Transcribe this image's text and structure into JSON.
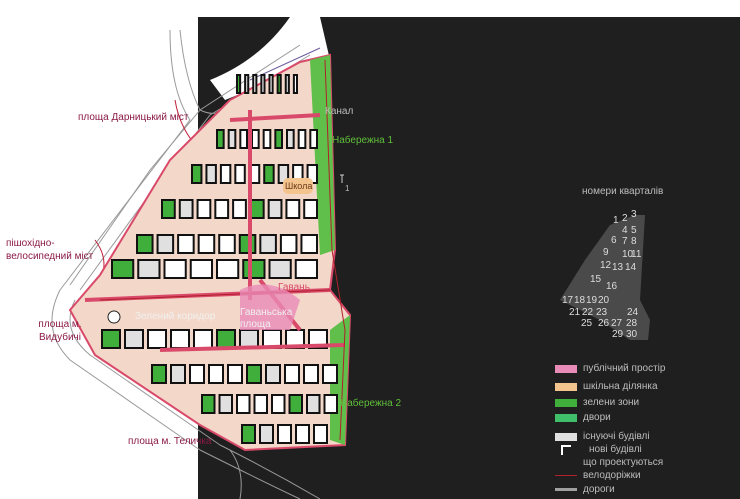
{
  "labels": {
    "darnytskyi_square": "площа Дарницький міст",
    "pedestrian_bridge": "пішохідно-велосипедний міст",
    "vydubychi_square": "площа м. Видубичі",
    "telychka_square": "площа м. Теличка",
    "canal": "Канал",
    "embankment_1": "Набережна 1",
    "embankment_2": "Набережна 2",
    "school": "Школа",
    "harbour": "Гавань",
    "harbour_square": "Гаваньська площа",
    "green_corridor": "Зелений коридор",
    "north_mark": "1"
  },
  "block_map": {
    "title": "номери кварталів",
    "numbers": [
      "1",
      "2",
      "3",
      "4",
      "5",
      "6",
      "7",
      "8",
      "9",
      "10",
      "11",
      "12",
      "13",
      "14",
      "15",
      "16",
      "17",
      "18",
      "19",
      "20",
      "21",
      "22",
      "23",
      "24",
      "25",
      "26",
      "27",
      "28",
      "29",
      "30"
    ]
  },
  "legend": [
    {
      "label": "публічний простір",
      "color": "#e88bb8"
    },
    {
      "label": "шкільна ділянка",
      "color": "#f4c48e"
    },
    {
      "label": "зелени зони",
      "color": "#3fae3a"
    },
    {
      "label": "двори",
      "color": "#3fbf6a"
    },
    {
      "label": "існуючі  будівлі",
      "color": "#e0e0e0"
    },
    {
      "label": "нові будівлі",
      "color": "#ffffff"
    },
    {
      "label": "що проектуються",
      "color": "#ffffff"
    },
    {
      "label": "велодоріжки",
      "color": "#b0202a"
    },
    {
      "label": "дороги",
      "color": "#a0a0a0"
    }
  ],
  "colors": {
    "water": "#1f1f1f",
    "public": "#e88bb8",
    "district": "#f3d7c8"
  }
}
